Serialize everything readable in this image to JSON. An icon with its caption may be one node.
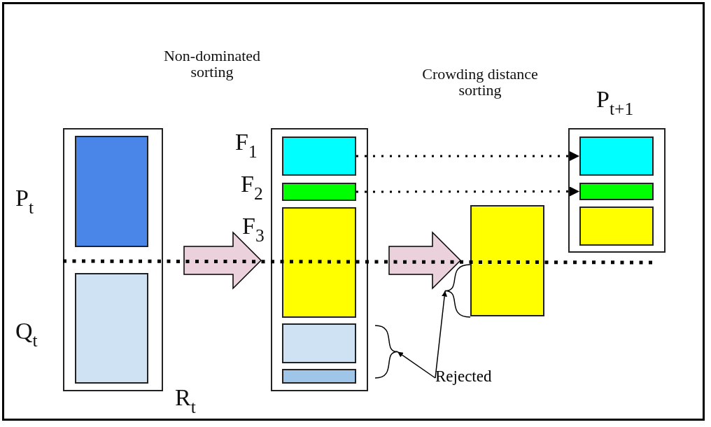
{
  "diagram": {
    "nodes": [
      {
        "text": [],
        "shape": "box"
      },
      {
        "text": [],
        "shape": "box",
        "in": 0
      },
      {
        "text": [],
        "shape": "box",
        "in": 0
      },
      {
        "text": [],
        "shape": "box"
      },
      {
        "text": [],
        "shape": "box",
        "in": 3
      },
      {
        "text": [],
        "shape": "box",
        "in": 3
      },
      {
        "text": [],
        "shape": "box",
        "in": 3
      },
      {
        "text": [],
        "shape": "box",
        "in": 3
      },
      {
        "text": [],
        "shape": "box",
        "in": 3
      },
      {
        "text": [],
        "shape": "box"
      },
      {
        "text": [],
        "shape": "box"
      },
      {
        "text": [],
        "shape": "box",
        "in": 10
      },
      {
        "text": [],
        "shape": "box",
        "in": 10
      },
      {
        "text": [],
        "shape": "box",
        "in": 10
      },
      {
        "text": [
          "Rejected"
        ]
      },
      {
        "text": [],
        "shape": "brace"
      },
      {
        "text": [],
        "shape": "brace"
      }
    ],
    "edges": [
      {
        "from": 0,
        "to": 3,
        "arrow": "to",
        "style": "thick"
      },
      {
        "from": 3,
        "to": 9,
        "arrow": "to",
        "style": "thick"
      },
      {
        "from": 4,
        "to": 11,
        "arrow": "to",
        "style": "dashed"
      },
      {
        "from": 5,
        "to": 12,
        "arrow": "to",
        "style": "dashed"
      },
      {
        "from": 14,
        "to": 15,
        "arrow": "to"
      },
      {
        "from": 14,
        "to": 16,
        "arrow": "to"
      }
    ],
    "labels": [
      "Non-dominated sorting",
      "Crowding distance sorting",
      "P$_{t+1}$",
      "F$_{1}$",
      "F$_{2}$",
      "P$_{t}$",
      "F$_{3}$",
      "Q$_{t}$",
      "R$_{t}$"
    ]
  }
}
